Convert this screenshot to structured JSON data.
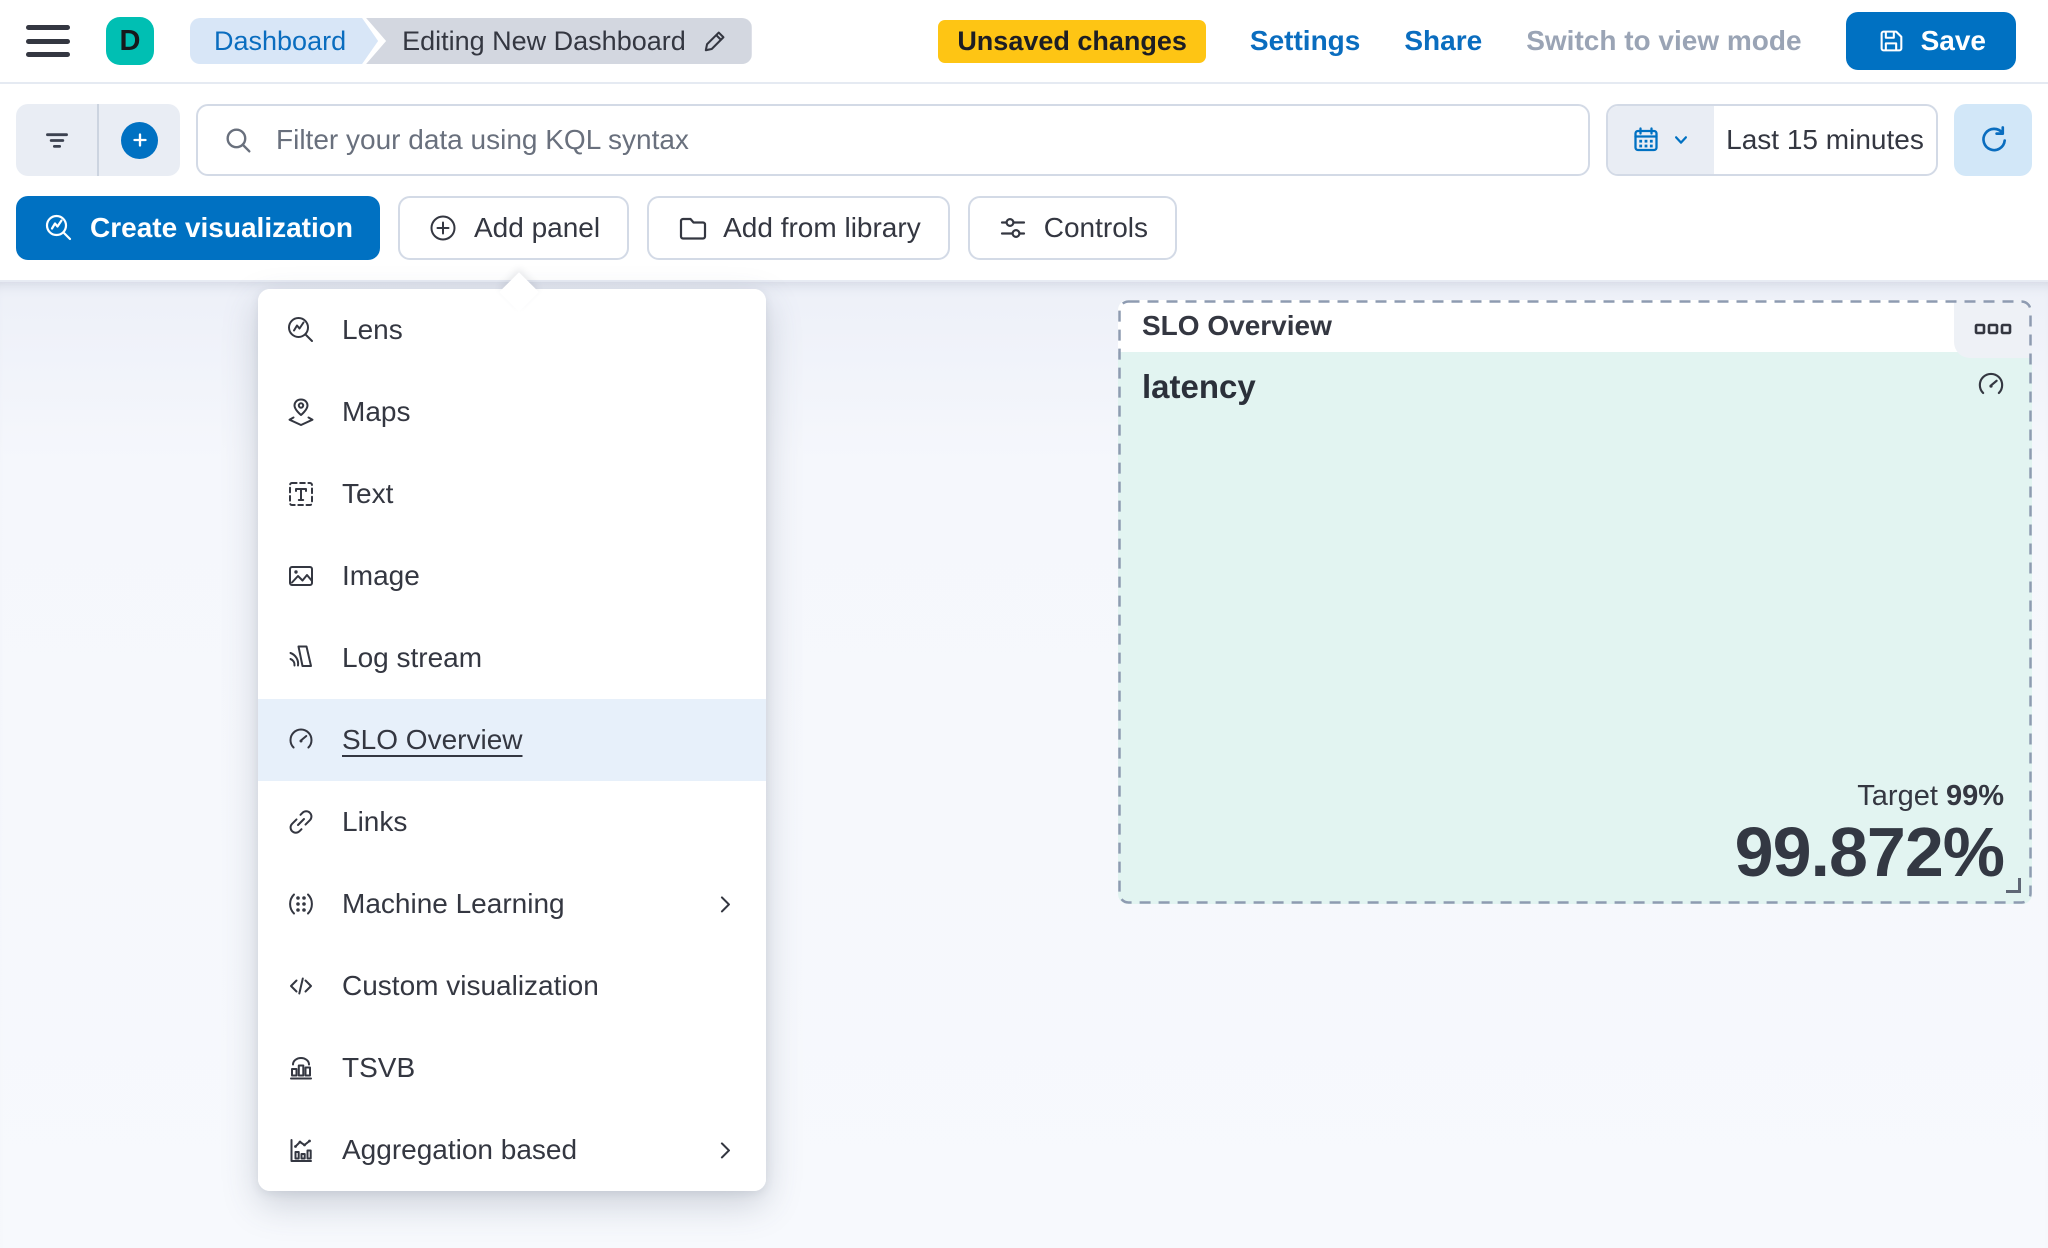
{
  "header": {
    "avatar_initial": "D",
    "breadcrumb_root": "Dashboard",
    "breadcrumb_current": "Editing New Dashboard",
    "unsaved_badge": "Unsaved changes",
    "settings": "Settings",
    "share": "Share",
    "switch_view": "Switch to view mode",
    "save": "Save"
  },
  "query_bar": {
    "kql_placeholder": "Filter your data using KQL syntax",
    "time_range": "Last 15 minutes"
  },
  "action_bar": {
    "create_visualization": "Create visualization",
    "add_panel": "Add panel",
    "add_from_library": "Add from library",
    "controls": "Controls"
  },
  "add_panel_menu": {
    "items": [
      {
        "label": "Lens",
        "icon": "lens-icon",
        "selected": false,
        "has_submenu": false
      },
      {
        "label": "Maps",
        "icon": "maps-icon",
        "selected": false,
        "has_submenu": false
      },
      {
        "label": "Text",
        "icon": "text-icon",
        "selected": false,
        "has_submenu": false
      },
      {
        "label": "Image",
        "icon": "image-icon",
        "selected": false,
        "has_submenu": false
      },
      {
        "label": "Log stream",
        "icon": "log-stream-icon",
        "selected": false,
        "has_submenu": false
      },
      {
        "label": "SLO Overview",
        "icon": "gauge-icon",
        "selected": true,
        "has_submenu": false
      },
      {
        "label": "Links",
        "icon": "link-icon",
        "selected": false,
        "has_submenu": false
      },
      {
        "label": "Machine Learning",
        "icon": "machine-learning-icon",
        "selected": false,
        "has_submenu": true
      },
      {
        "label": "Custom visualization",
        "icon": "code-icon",
        "selected": false,
        "has_submenu": false
      },
      {
        "label": "TSVB",
        "icon": "tsvb-icon",
        "selected": false,
        "has_submenu": false
      },
      {
        "label": "Aggregation based",
        "icon": "aggregation-icon",
        "selected": false,
        "has_submenu": true
      }
    ]
  },
  "slo_panel": {
    "title": "SLO Overview",
    "slo_name": "latency",
    "target_label": "Target",
    "target_value": "99%",
    "observed_value": "99.872%"
  },
  "colors": {
    "primary_blue": "#0071c2",
    "link_blue": "#0a6dbf",
    "warning_yellow": "#fec514",
    "avatar_teal": "#00bfb3",
    "panel_mint": "#e2f4f1",
    "menu_highlight": "#e7f0fa",
    "dashed_border": "#8e9bb1",
    "text_dark": "#343741"
  }
}
